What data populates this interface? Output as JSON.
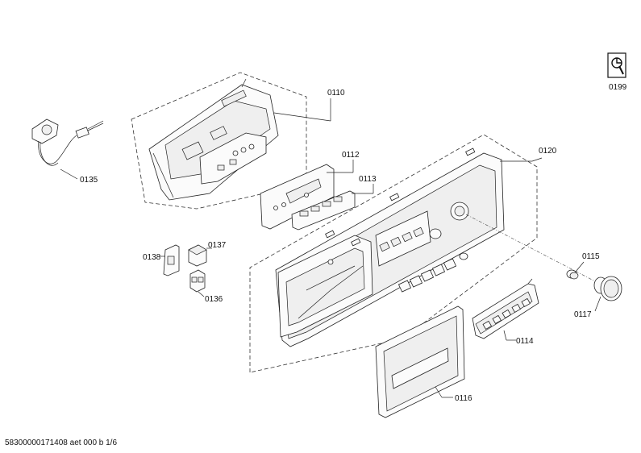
{
  "labels": {
    "p0110": "0110",
    "p0112": "0112",
    "p0113": "0113",
    "p0114": "0114",
    "p0115": "0115",
    "p0116": "0116",
    "p0117": "0117",
    "p0120": "0120",
    "p0135": "0135",
    "p0136": "0136",
    "p0137": "0137",
    "p0138": "0138",
    "p0199": "0199"
  },
  "footer": "58300000171408 aet 000 b 1/6",
  "icons": {
    "service": "wrench-service-icon"
  }
}
